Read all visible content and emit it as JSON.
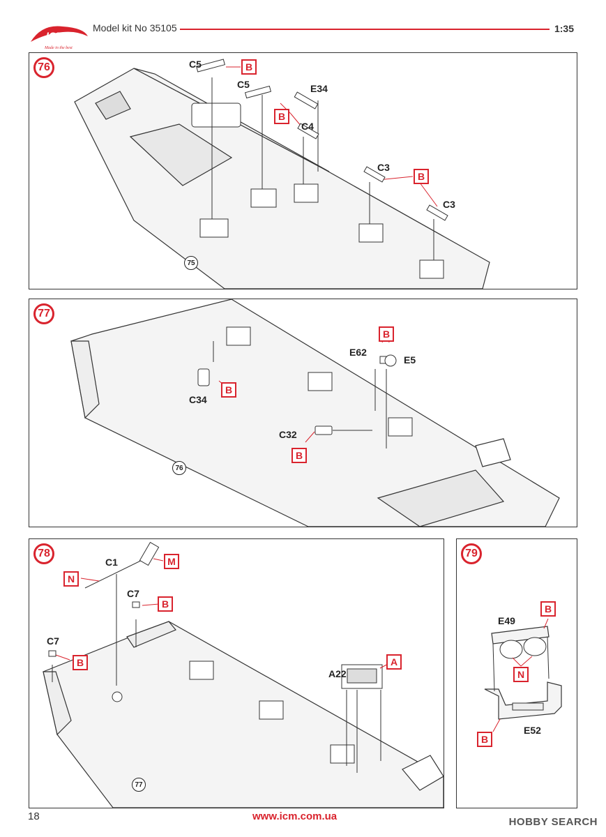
{
  "header": {
    "brand_logo": "ICM",
    "title": "Model kit No 35105",
    "scale": "1:35",
    "accent_color": "#d9232d"
  },
  "steps": [
    {
      "number": "76",
      "ref": "75",
      "parts": [
        "C5",
        "C5",
        "E34",
        "C4",
        "C3",
        "C3"
      ],
      "tags": [
        "B",
        "B",
        "B"
      ]
    },
    {
      "number": "77",
      "ref": "76",
      "parts": [
        "E62",
        "E5",
        "C34",
        "C32"
      ],
      "tags": [
        "B",
        "B",
        "B"
      ]
    },
    {
      "number": "78",
      "ref": "77",
      "parts": [
        "C1",
        "C7",
        "C7",
        "A22"
      ],
      "tags": [
        "M",
        "N",
        "B",
        "B",
        "A"
      ]
    },
    {
      "number": "79",
      "parts": [
        "E49",
        "E52"
      ],
      "tags": [
        "B",
        "N",
        "B"
      ]
    }
  ],
  "footer": {
    "page_number": "18",
    "url": "www.icm.com.ua",
    "watermark": "HOBBY SEARCH"
  }
}
